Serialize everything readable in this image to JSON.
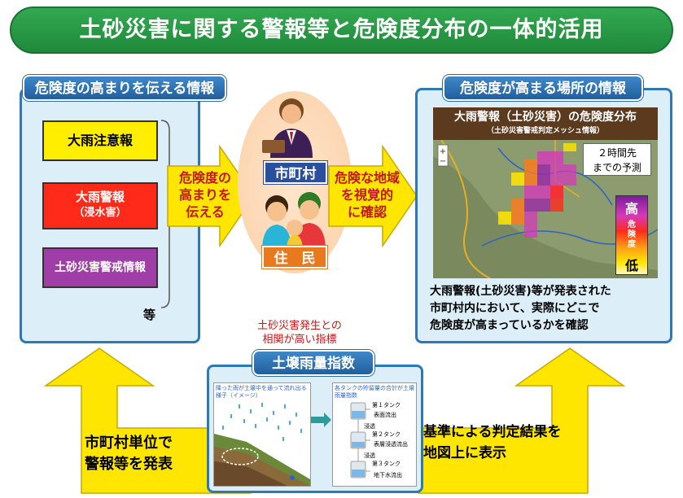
{
  "header": {
    "title": "土砂災害に関する警報等と危険度分布の一体的活用"
  },
  "left_panel": {
    "title": "危険度の高まりを伝える情報",
    "items": [
      {
        "label": "大雨注意報",
        "sub": "",
        "color": "#ffee00"
      },
      {
        "label": "大雨警報",
        "sub": "（浸水害）",
        "color": "#ff2a1a"
      },
      {
        "label": "土砂災害警戒情報",
        "sub": "",
        "color": "#a03ea8"
      }
    ],
    "etc": "等"
  },
  "arrow_left": {
    "lines": [
      "危険度の",
      "高まりを",
      "伝える"
    ]
  },
  "center": {
    "municipality_label": "市町村",
    "residents_label": "住　民"
  },
  "arrow_right": {
    "lines": [
      "危険な地域",
      "を視覚的",
      "に確認"
    ]
  },
  "right_panel": {
    "title": "危険度が高まる場所の情報",
    "map_title": "大雨警報（土砂災害）の危険度分布",
    "map_subtitle": "（土砂災害警戒判定メッシュ情報）",
    "forecast_label": "２時間先\nまでの予測",
    "legend": {
      "high": "高",
      "mid": "危険度",
      "low": "低"
    },
    "description": "大雨警報(土砂災害)等が発表された\n市町村内において、実際にどこで\n危険度が高まっているかを確認"
  },
  "bottom": {
    "note": "土砂災害発生との\n相関が高い指標",
    "title": "土壌雨量指数",
    "fig_left_caption": "降った雨が土壌中を通って流れ出る様子（イメージ）",
    "fig_right_caption": "各タンクの貯留量の合計が土壌雨量指数",
    "tank_labels": [
      "第１タンク",
      "第２タンク",
      "第３タンク"
    ],
    "flow_labels": [
      "表面流出",
      "表層浸透流出",
      "地下水流出"
    ],
    "infiltration": "浸透"
  },
  "left_arrow_text": "市町村単位で\n警報等を発表",
  "right_arrow_text": "基準による判定結果を\n地図上に表示",
  "colors": {
    "title_green": "#2a9a46",
    "panel_blue": "#2f78b4",
    "arrow_yellow": "#ffe600",
    "accent_red": "#c01818"
  }
}
